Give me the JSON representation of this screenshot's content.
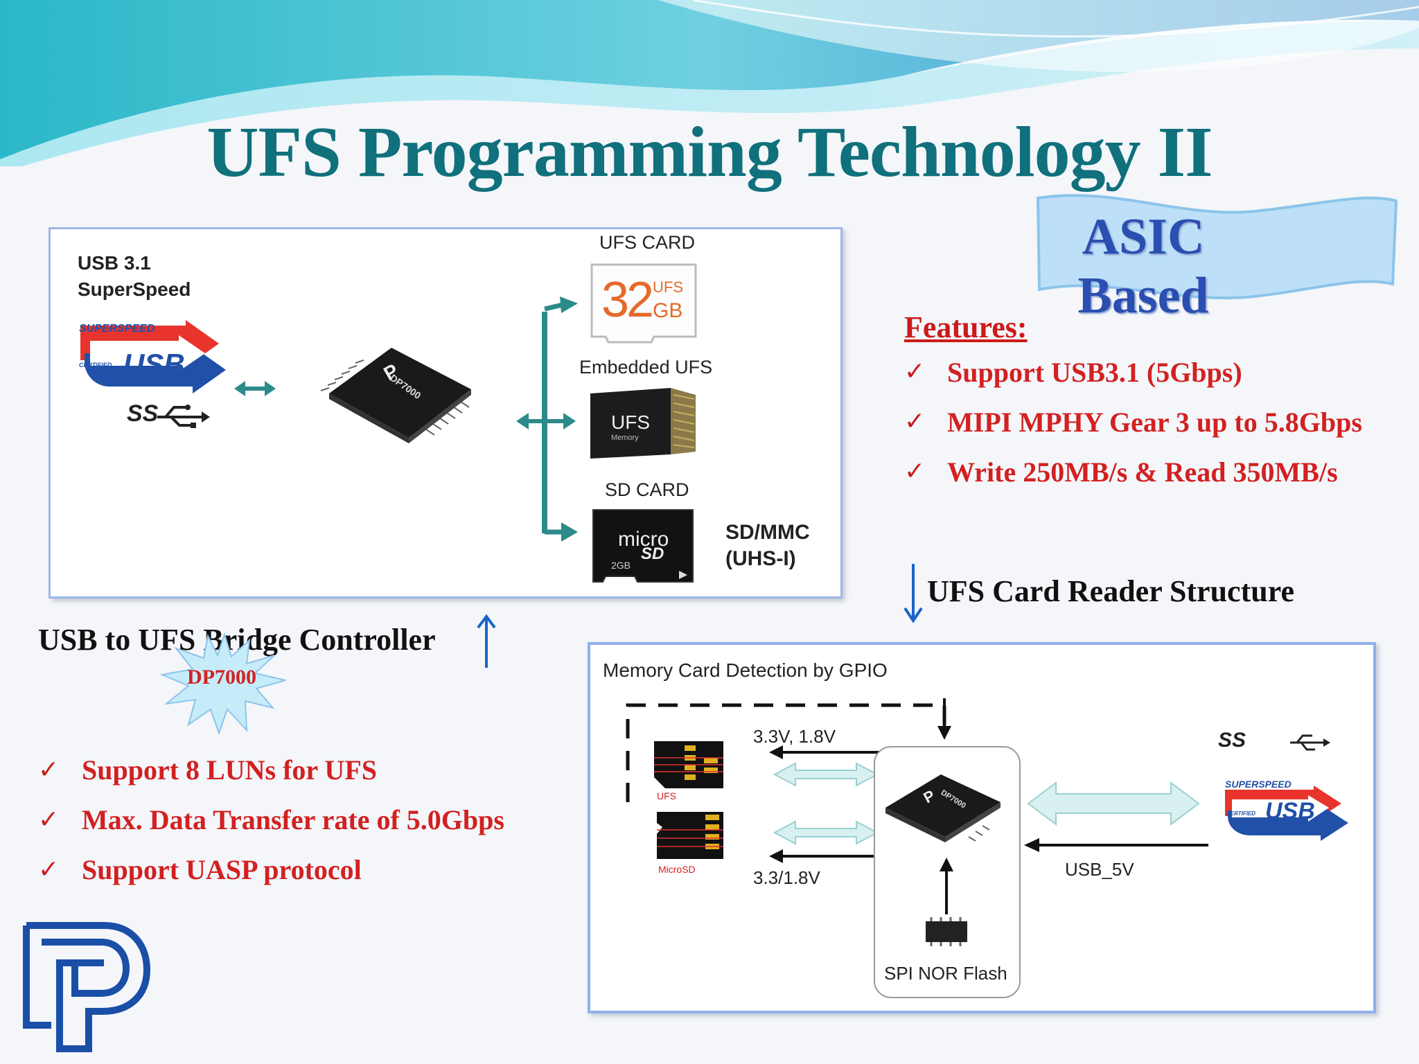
{
  "slide": {
    "title": "UFS Programming Technology II",
    "badge": "ASIC Based",
    "features_heading": "Features:",
    "features": [
      "Support USB3.1 (5Gbps)",
      "MIPI MPHY Gear 3 up to 5.8Gbps",
      "Write 250MB/s & Read 350MB/s"
    ],
    "reader_title": "UFS Card Reader Structure",
    "bridge_title": "USB to UFS Bridge Controller",
    "bridge_badge": "DP7000",
    "bridge_features": [
      "Support 8 LUNs for UFS",
      "Max. Data Transfer rate of 5.0Gbps",
      "Support UASP protocol"
    ],
    "check_mark": "✓"
  },
  "diagram1": {
    "usb_label_1": "USB 3.1",
    "usb_label_2": "SuperSpeed",
    "superspeed": "SUPERSPEED",
    "certified": "CERTIFIED",
    "usb": "USB",
    "ss": "SS",
    "chip": "DP7000",
    "ufs_card": "UFS CARD",
    "card_capacity": "32",
    "card_gb": "GB",
    "card_ufs": "UFS",
    "embedded_ufs": "Embedded UFS",
    "emb_chip_label": "UFS",
    "emb_chip_sub": "Memory",
    "sd_card": "SD CARD",
    "micro": "micro",
    "sd_logo": "SD",
    "sd_capacity": "2GB",
    "sdmmc_1": "SD/MMC",
    "sdmmc_2": "(UHS-I)"
  },
  "diagram2": {
    "title": "Memory Card Detection by GPIO",
    "v1": "3.3V, 1.8V",
    "v2": "3.3/1.8V",
    "ufs": "UFS",
    "microsd": "MicroSD",
    "usb5v": "USB_5V",
    "spi": "SPI NOR Flash",
    "chip": "DP7000",
    "superspeed": "SUPERSPEED",
    "certified": "CERTIFIED",
    "usb": "USB",
    "ss": "SS"
  },
  "colors": {
    "title": "#10707c",
    "badge_text": "#2b4fb0",
    "features": "#d32020",
    "arrow_teal": "#2d8a8a",
    "arrow_blue": "#1a64c8"
  }
}
